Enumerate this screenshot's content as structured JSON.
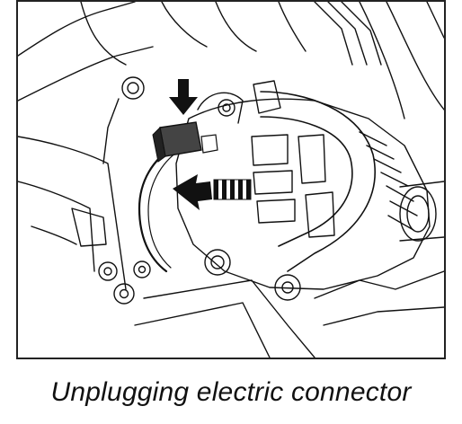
{
  "figure": {
    "caption": "Unplugging electric connector",
    "colors": {
      "line": "#111111",
      "connector": "#444444",
      "arrow": "#111111",
      "background": "#ffffff"
    },
    "icons": [
      "down-arrow",
      "left-arrow",
      "dashed-motion-arrow"
    ]
  }
}
